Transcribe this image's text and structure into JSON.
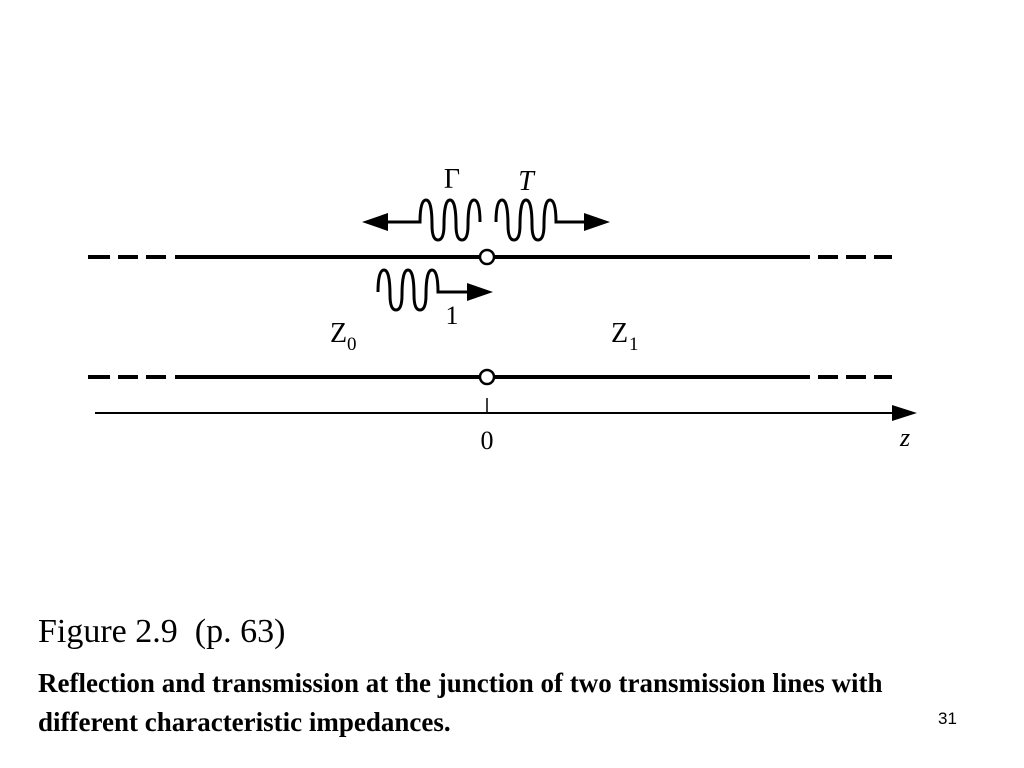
{
  "diagram": {
    "reflection_symbol": "Γ",
    "transmission_symbol": "T",
    "incident_label": "1",
    "z0_letter": "Z",
    "z0_subscript": "0",
    "z1_letter": "Z",
    "z1_subscript": "1",
    "origin_label": "0",
    "axis_label": "z"
  },
  "caption": {
    "figure_title": "Figure 2.9  (p. 63)",
    "description": "Reflection and transmission at the junction of two transmission lines with different characteristic impedances."
  },
  "slide": {
    "number": "31"
  }
}
